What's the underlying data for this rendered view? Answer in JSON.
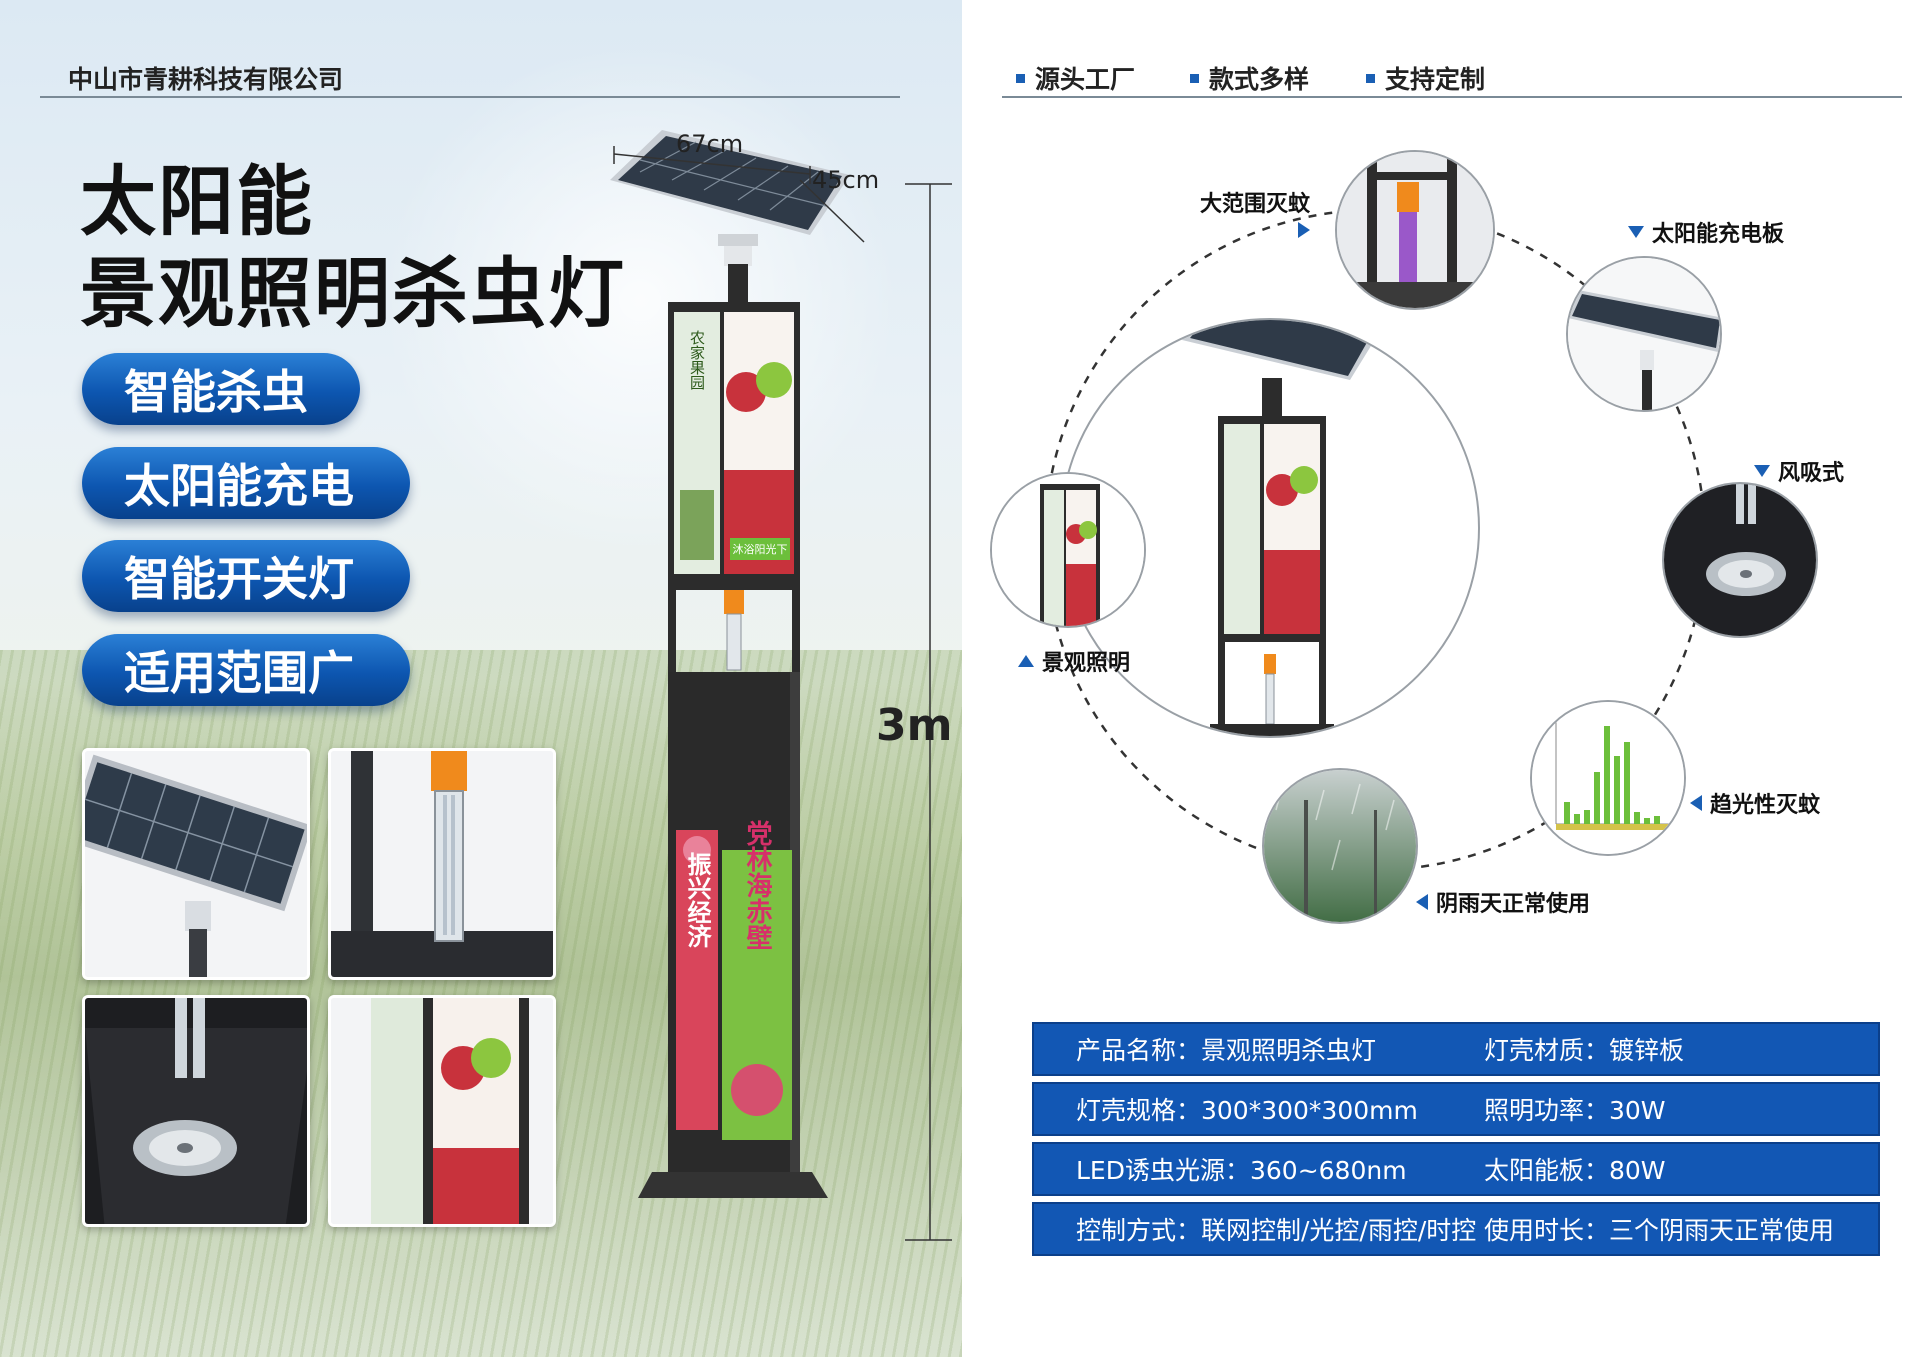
{
  "company": "中山市青耕科技有限公司",
  "title_line1": "太阳能",
  "title_line2": "景观照明杀虫灯",
  "features_left": [
    "智能杀虫",
    "太阳能充电",
    "智能开关灯",
    "适用范围广"
  ],
  "dimensions": {
    "width": "67cm",
    "depth": "45cm",
    "height": "3m"
  },
  "header_badges": [
    "源头工厂",
    "款式多样",
    "支持定制"
  ],
  "callouts": {
    "wide_range": "大范围灭蚊",
    "solar_panel": "太阳能充电板",
    "fan_suction": "风吸式",
    "landscape_lighting": "景观照明",
    "phototaxis": "趋光性灭蚊",
    "rainy_days": "阴雨天正常使用"
  },
  "panel_text": {
    "farm_fruit": "农家果园",
    "sunshine": "沐浴阳光下",
    "slogan_left": "振兴经济",
    "slogan_right": "党林海赤壁"
  },
  "specs": [
    {
      "left": "产品名称：景观照明杀虫灯",
      "right": "灯壳材质：镀锌板"
    },
    {
      "left": "灯壳规格：300*300*300mm",
      "right": "照明功率：30W"
    },
    {
      "left": "LED诱虫光源：360~680nm",
      "right": "太阳能板：80W"
    },
    {
      "left": "控制方式：联网控制/光控/雨控/时控",
      "right": "使用时长：三个阴雨天正常使用"
    }
  ],
  "colors": {
    "brand_blue": "#1257b4",
    "pill_blue": "#0d56b0",
    "pole": "#2c2c2c",
    "apple_red": "#c8323c",
    "leaf_green": "#6cbf3b"
  },
  "icons": [
    "triangle-down-icon",
    "triangle-up-icon",
    "triangle-left-icon",
    "triangle-right-icon",
    "square-bullet-icon"
  ]
}
